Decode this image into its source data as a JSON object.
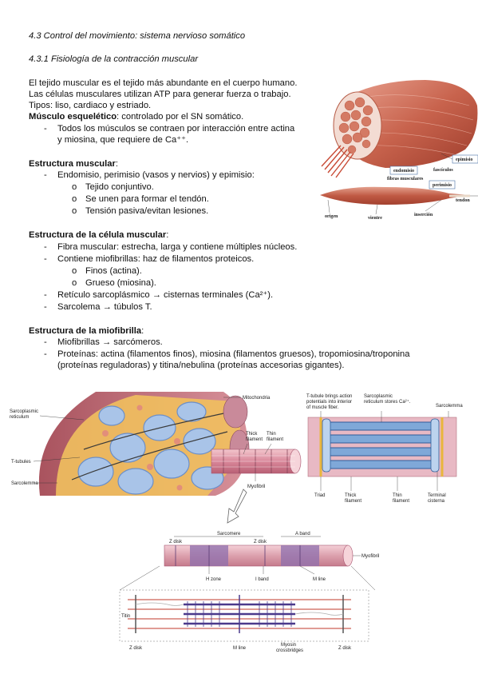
{
  "heading1": "4.3 Control del movimiento: sistema nervioso somático",
  "heading2": "4.3.1 Fisiología de la contracción muscular",
  "intro": {
    "line1": "El tejido muscular es el tejido más abundante en el cuerpo humano.",
    "line2": "Las células musculares utilizan ATP para generar fuerza o trabajo.",
    "line3": "Tipos: liso, cardiaco y estriado.",
    "skeletal_label": "Músculo esquelético",
    "skeletal_rest": ": controlado por el SN somático.",
    "bullet1_line1": "Todos los músculos se contraen por interacción entre actina",
    "bullet1_line2": "y miosina, que requiere de Ca⁺⁺."
  },
  "section_muscle": {
    "title": "Estructura muscular",
    "colon": ":",
    "item1": "Endomisio, perimisio (vasos y nervios) y epimisio:",
    "sub1": "Tejido conjuntivo.",
    "sub2": "Se unen para formar el tendón.",
    "sub3": "Tensión pasiva/evitan lesiones."
  },
  "section_cell": {
    "title": "Estructura de la célula muscular",
    "colon": ":",
    "item1": "Fibra muscular: estrecha, larga y contiene múltiples núcleos.",
    "item2": "Contiene miofibrillas: haz de filamentos proteicos.",
    "sub1": "Finos (actina).",
    "sub2": "Grueso (miosina).",
    "item3": "Retículo sarcoplásmico → cisternas terminales (Ca²⁺).",
    "item4": "Sarcolema → túbulos T."
  },
  "section_myofibril": {
    "title": "Estructura de la miofibrilla",
    "colon": ":",
    "item1": "Miofibrillas → sarcómeros.",
    "item2_line1": "Proteínas: actina (filamentos finos), miosina (filamentos gruesos), tropomiosina/troponina",
    "item2_line2": "(proteínas reguladoras) y titina/nebulina (proteínas accesorias gigantes)."
  },
  "figure_muscle": {
    "epimisio": "epimisio",
    "fasciculos": "fascículos",
    "endomisio": "endomisio",
    "fibras": "fibras musculares",
    "perimisio": "perimisio",
    "tendon": "tendon",
    "origen": "origen",
    "vientre": "vientre",
    "insercion": "inserción"
  },
  "figure_fiber": {
    "mitochondria": "Mitochondria",
    "sr_1": "Sarcoplasmic",
    "sr_2": "reticulum",
    "thick_1": "Thick",
    "thick_2": "filament",
    "thin_1": "Thin",
    "thin_2": "filament",
    "ttubules": "T-tubules",
    "sarcolemma": "Sarcolemma",
    "myofibril": "Myofibril"
  },
  "figure_triad": {
    "tt_1": "T-tubule brings action",
    "tt_2": "potentials into interior",
    "tt_3": "of muscle fiber.",
    "sr_1": "Sarcoplasmic",
    "sr_2": "reticulum stores Ca²⁺.",
    "sarcolemma": "Sarcolemma",
    "triad": "Triad",
    "thick_1": "Thick",
    "thick_2": "filament",
    "thin_1": "Thin",
    "thin_2": "filament",
    "term_1": "Terminal",
    "term_2": "cisterna"
  },
  "figure_sarcomere": {
    "sarcomere": "Sarcomere",
    "aband": "A band",
    "zdisk_1": "Z disk",
    "zdisk_2": "Z disk",
    "myofibril": "Myofibril",
    "hzone": "H zone",
    "iband": "I band",
    "mline": "M line",
    "titin": "Titin",
    "zdisk_3": "Z disk",
    "mline_2": "M line",
    "myosin_1": "Myosin",
    "myosin_2": "crossbridges",
    "zdisk_4": "Z disk"
  }
}
